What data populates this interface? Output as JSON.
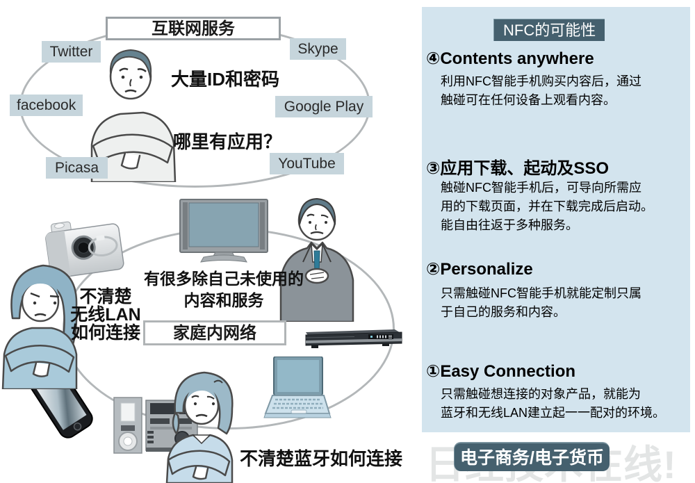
{
  "colors": {
    "panel_bg": "#d3e4ee",
    "accent": "#45606e",
    "tag_bg": "#c6d5dc",
    "outline_gray": "#b3b7b9",
    "watermark": "#e3e5e5"
  },
  "internet_cloud": {
    "title": "互联网服务",
    "services": [
      "Twitter",
      "Skype",
      "facebook",
      "Google Play",
      "Picasa",
      "YouTube"
    ],
    "complaints": {
      "ids": "大量ID和密码",
      "apps": "哪里有应用？"
    }
  },
  "home_network": {
    "title": "家庭内网络",
    "complaints": {
      "unused_line1": "有很多除自己未使用的",
      "unused_line2": "内容和服务",
      "wlan_line1": "不清楚",
      "wlan_line2": "无线LAN",
      "wlan_line3": "如何连接",
      "bluetooth": "不清楚蓝牙如何连接"
    }
  },
  "nfc_panel": {
    "title": "NFC的可能性",
    "items": [
      {
        "heading": "④Contents anywhere",
        "lines": [
          "利用NFC智能手机购买内容后，通过",
          "触碰可在任何设备上观看内容。"
        ]
      },
      {
        "heading": "③应用下载、起动及SSO",
        "lines": [
          "触碰NFC智能手机后，可导向所需应",
          "用的下载页面，并在下载完成后启动。",
          "能自由往返于多种服务。"
        ]
      },
      {
        "heading": "②Personalize",
        "lines": [
          "只需触碰NFC智能手机就能定制只属",
          "于自己的服务和内容。"
        ]
      },
      {
        "heading": "①Easy Connection",
        "lines": [
          "只需触碰想连接的对象产品，就能为",
          "蓝牙和无线LAN建立起一一配对的环境。"
        ]
      }
    ],
    "badge": "电子商务/电子货币"
  },
  "watermark": "日经技术在线!"
}
